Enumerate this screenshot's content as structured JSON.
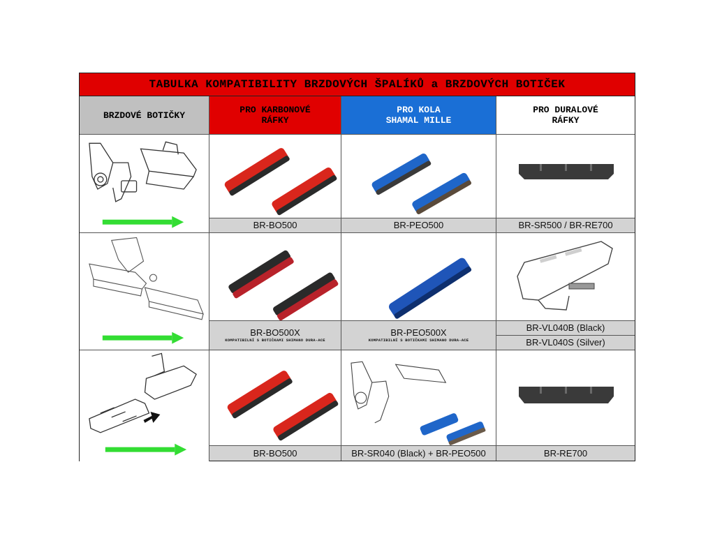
{
  "title": "TABULKA KOMPATIBILITY BRZDOVÝCH ŠPALÍKŮ a BRZDOVÝCH BOTIČEK",
  "headers": {
    "col0": [
      "BRZDOVÉ BOTIČKY"
    ],
    "col1": [
      "PRO KARBONOVÉ",
      "RÁFKY"
    ],
    "col2": [
      "PRO KOLA",
      "SHAMAL MILLE"
    ],
    "col3": [
      "PRO DURALOVÉ",
      "RÁFKY"
    ]
  },
  "colors": {
    "title_bg": "#e00000",
    "col0_bg": "#c0c0c0",
    "col1_bg": "#e00000",
    "col2_bg": "#1a6fd6",
    "col3_bg": "#ffffff",
    "label_bg": "#d3d3d3",
    "arrow": "#33dd33",
    "pad_red": "#d9261c",
    "pad_blue": "#1f66c9",
    "pad_black": "#2a2a2a"
  },
  "rows": [
    {
      "labels": {
        "c1": "BR-BO500",
        "c2": "BR-PEO500",
        "c3": "BR-SR500 / BR-RE700"
      }
    },
    {
      "labels": {
        "c1": "BR-BO500X",
        "c1_note": "KOMPATIBILNÍ S BOTIČKAMI SHIMANO DURA-ACE",
        "c2": "BR-PEO500X",
        "c2_note": "KOMPATIBILNÍ S BOTIČKAMI SHIMANO DURA-ACE",
        "c3a": "BR-VL040B (Black)",
        "c3b": "BR-VL040S (Silver)"
      }
    },
    {
      "labels": {
        "c1": "BR-BO500",
        "c2": "BR-SR040 (Black) + BR-PEO500",
        "c3": "BR-RE700"
      }
    }
  ]
}
